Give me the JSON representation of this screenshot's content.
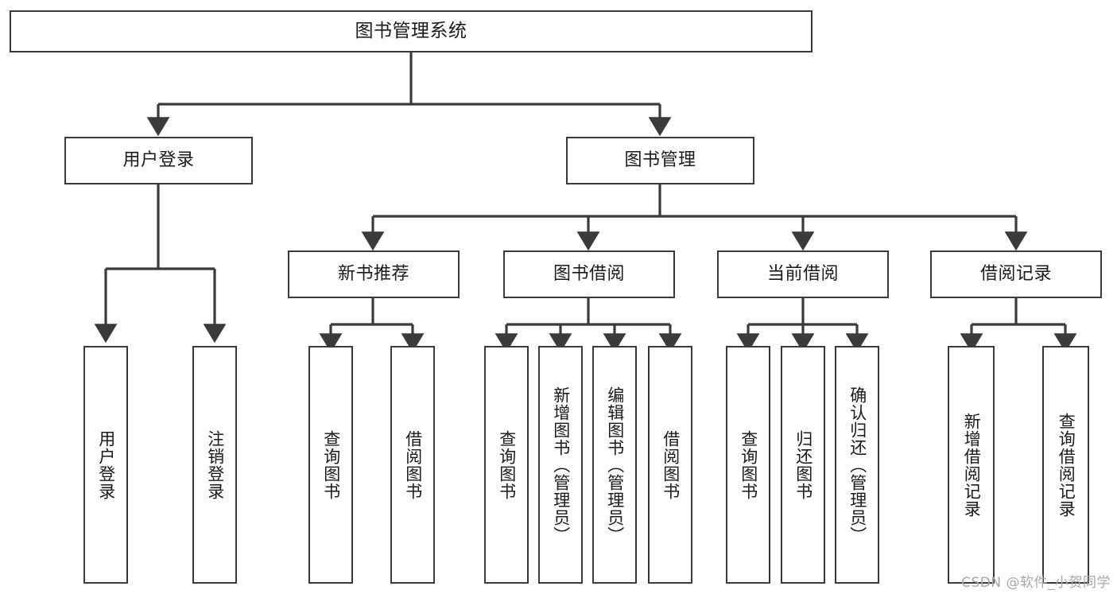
{
  "diagram": {
    "type": "tree-hierarchy-chart",
    "title": "图书管理系统",
    "watermark": "CSDN @软件_小贺同学",
    "colors": {
      "box_border": "#3a3a3a",
      "box_fill": "#ffffff",
      "edge": "#3a3a3a",
      "text": "#1a1a1a",
      "watermark": "#a8a8a8",
      "background": "#ffffff"
    },
    "nodes": {
      "root": {
        "label": "图书管理系统",
        "level": 0
      },
      "branch_login": {
        "label": "用户登录",
        "level": 1
      },
      "branch_book_mgmt": {
        "label": "图书管理",
        "level": 1
      },
      "branch_new_book": {
        "label": "新书推荐",
        "level": 2
      },
      "branch_borrow": {
        "label": "图书借阅",
        "level": 2
      },
      "branch_current": {
        "label": "当前借阅",
        "level": 2
      },
      "branch_record": {
        "label": "借阅记录",
        "level": 2
      },
      "leaf_login_1": {
        "label": "用户登录",
        "level": 3
      },
      "leaf_login_2": {
        "label": "注销登录",
        "level": 3
      },
      "leaf_new_1": {
        "label": "查询图书",
        "level": 3
      },
      "leaf_new_2": {
        "label": "借阅图书",
        "level": 3
      },
      "leaf_borrow_1": {
        "label": "查询图书",
        "level": 3
      },
      "leaf_borrow_2": {
        "label": "新增图书（管理员）",
        "level": 3
      },
      "leaf_borrow_3": {
        "label": "编辑图书（管理员）",
        "level": 3
      },
      "leaf_borrow_4": {
        "label": "借阅图书",
        "level": 3
      },
      "leaf_current_1": {
        "label": "查询图书",
        "level": 3
      },
      "leaf_current_2": {
        "label": "归还图书",
        "level": 3
      },
      "leaf_current_3": {
        "label": "确认归还（管理员）",
        "level": 3
      },
      "leaf_record_1": {
        "label": "新增借阅记录",
        "level": 3
      },
      "leaf_record_2": {
        "label": "查询借阅记录",
        "level": 3
      }
    },
    "edges": [
      {
        "from": "root",
        "to": "branch_login"
      },
      {
        "from": "root",
        "to": "branch_book_mgmt"
      },
      {
        "from": "branch_login",
        "to": "leaf_login_1"
      },
      {
        "from": "branch_login",
        "to": "leaf_login_2"
      },
      {
        "from": "branch_book_mgmt",
        "to": "branch_new_book"
      },
      {
        "from": "branch_book_mgmt",
        "to": "branch_borrow"
      },
      {
        "from": "branch_book_mgmt",
        "to": "branch_current"
      },
      {
        "from": "branch_book_mgmt",
        "to": "branch_record"
      },
      {
        "from": "branch_new_book",
        "to": "leaf_new_1"
      },
      {
        "from": "branch_new_book",
        "to": "leaf_new_2"
      },
      {
        "from": "branch_borrow",
        "to": "leaf_borrow_1"
      },
      {
        "from": "branch_borrow",
        "to": "leaf_borrow_2"
      },
      {
        "from": "branch_borrow",
        "to": "leaf_borrow_3"
      },
      {
        "from": "branch_borrow",
        "to": "leaf_borrow_4"
      },
      {
        "from": "branch_current",
        "to": "leaf_current_1"
      },
      {
        "from": "branch_current",
        "to": "leaf_current_2"
      },
      {
        "from": "branch_current",
        "to": "leaf_current_3"
      },
      {
        "from": "branch_record",
        "to": "leaf_record_1"
      },
      {
        "from": "branch_record",
        "to": "leaf_record_2"
      }
    ]
  }
}
